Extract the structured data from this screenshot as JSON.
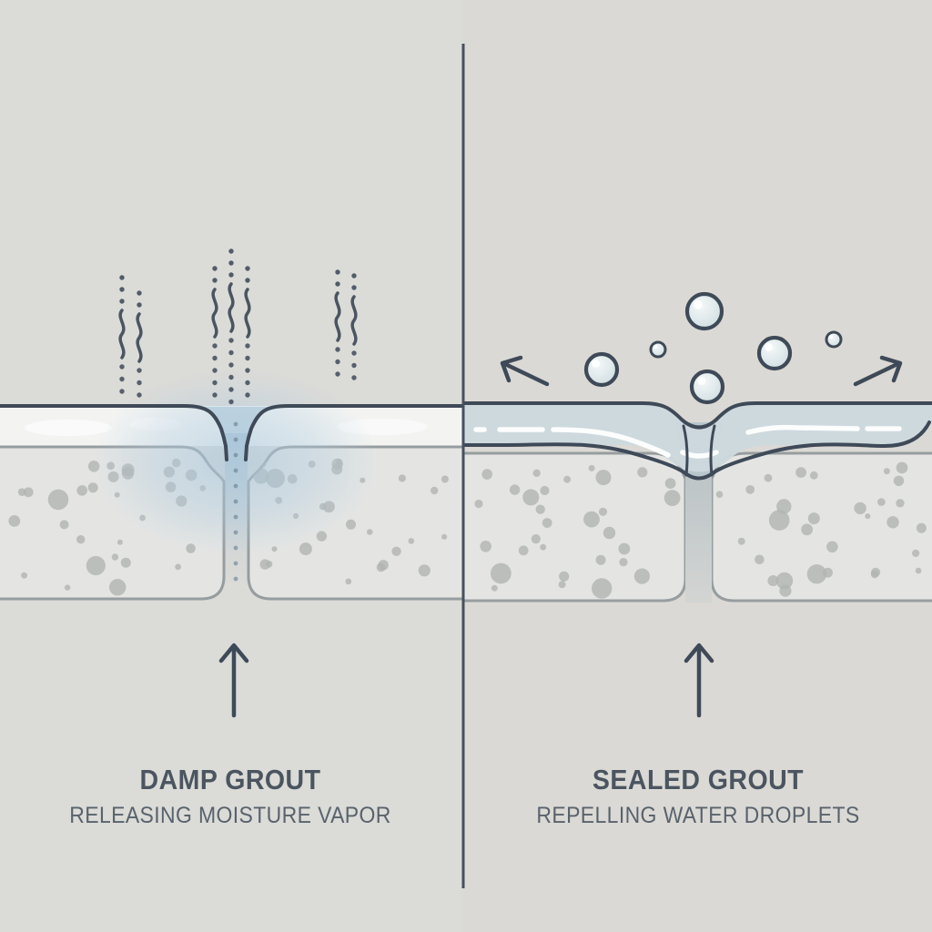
{
  "diagram": {
    "type": "comparison-illustration",
    "subject": "grout moisture behavior",
    "background_color": "#dbdbd8",
    "divider_color": "#46505e",
    "outline_color": "#3f4a58",
    "left_panel": {
      "title": "DAMP GROUT",
      "subtitle": "RELEASING MOISTURE VAPOR",
      "moisture_color": "#a9c4d7",
      "icons": [
        "vapor-squiggle-icon",
        "vapor-dots-icon",
        "up-arrow-icon"
      ]
    },
    "right_panel": {
      "title": "SEALED GROUT",
      "subtitle": "REPELLING WATER DROPLETS",
      "sealant_color": "#cdd9de",
      "icons": [
        "water-droplet-icon",
        "deflect-arrow-left-icon",
        "deflect-arrow-right-icon",
        "up-arrow-icon"
      ]
    },
    "tile_color": "#e4e5e3",
    "tile_speckle_color": "#b2b4b2",
    "glaze_color": "#f3f4f2",
    "text_color": "#4b5560"
  }
}
